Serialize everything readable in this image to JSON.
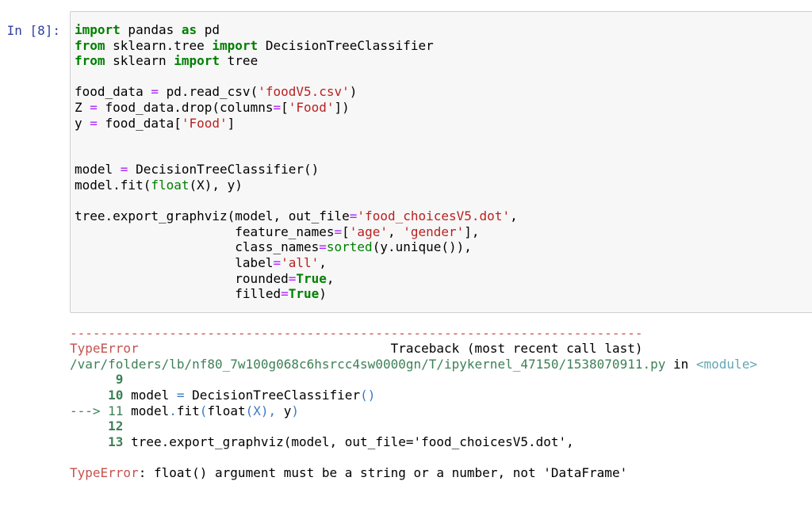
{
  "colors": {
    "prompt_blue": "#303f9f",
    "keyword_green": "#008000",
    "string_red": "#ba2121",
    "operator_purple": "#aa22ff",
    "error_red": "#c5524e",
    "traceback_green": "#3e8157",
    "traceback_cyan": "#62a8b2",
    "traceback_blue": "#3b78c5",
    "cell_background": "#f7f7f7",
    "cell_border": "#cfcfcf"
  },
  "cell": {
    "input_prompt": "In [8]:",
    "input_lines": [
      [
        [
          "k",
          "import"
        ],
        [
          "",
          " pandas "
        ],
        [
          "k",
          "as"
        ],
        [
          "",
          " pd"
        ]
      ],
      [
        [
          "k",
          "from"
        ],
        [
          "",
          " sklearn.tree "
        ],
        [
          "k",
          "import"
        ],
        [
          "",
          " DecisionTreeClassifier"
        ]
      ],
      [
        [
          "k",
          "from"
        ],
        [
          "",
          " sklearn "
        ],
        [
          "k",
          "import"
        ],
        [
          "",
          " tree"
        ]
      ],
      [],
      [
        [
          "",
          "food_data "
        ],
        [
          "o",
          "="
        ],
        [
          "",
          " pd.read_csv("
        ],
        [
          "s",
          "'foodV5.csv'"
        ],
        [
          "",
          ")"
        ]
      ],
      [
        [
          "",
          "Z "
        ],
        [
          "o",
          "="
        ],
        [
          "",
          " food_data.drop(columns"
        ],
        [
          "o",
          "="
        ],
        [
          "",
          "["
        ],
        [
          "s",
          "'Food'"
        ],
        [
          "",
          "])"
        ]
      ],
      [
        [
          "",
          "y "
        ],
        [
          "o",
          "="
        ],
        [
          "",
          " food_data["
        ],
        [
          "s",
          "'Food'"
        ],
        [
          "",
          "]"
        ]
      ],
      [],
      [],
      [
        [
          "",
          "model "
        ],
        [
          "o",
          "="
        ],
        [
          "",
          " DecisionTreeClassifier()"
        ]
      ],
      [
        [
          "",
          "model.fit("
        ],
        [
          "b",
          "float"
        ],
        [
          "",
          "(X), y)"
        ]
      ],
      [],
      [
        [
          "",
          "tree.export_graphviz(model, out_file"
        ],
        [
          "o",
          "="
        ],
        [
          "s",
          "'food_choicesV5.dot'"
        ],
        [
          "",
          ","
        ]
      ],
      [
        [
          "",
          "                     feature_names"
        ],
        [
          "o",
          "="
        ],
        [
          "",
          "["
        ],
        [
          "s",
          "'age'"
        ],
        [
          "",
          ", "
        ],
        [
          "s",
          "'gender'"
        ],
        [
          "",
          "],"
        ]
      ],
      [
        [
          "",
          "                     class_names"
        ],
        [
          "o",
          "="
        ],
        [
          "b",
          "sorted"
        ],
        [
          "",
          "(y.unique()),"
        ]
      ],
      [
        [
          "",
          "                     label"
        ],
        [
          "o",
          "="
        ],
        [
          "s",
          "'all'"
        ],
        [
          "",
          ","
        ]
      ],
      [
        [
          "",
          "                     rounded"
        ],
        [
          "o",
          "="
        ],
        [
          "k",
          "True"
        ],
        [
          "",
          ","
        ]
      ],
      [
        [
          "",
          "                     filled"
        ],
        [
          "o",
          "="
        ],
        [
          "k",
          "True"
        ],
        [
          "",
          ")"
        ]
      ]
    ],
    "output_lines": [
      [
        [
          "r",
          "---------------------------------------------------------------------------"
        ]
      ],
      [
        [
          "r",
          "TypeError"
        ],
        [
          "",
          "                                 "
        ],
        [
          "",
          "Traceback (most recent call last)"
        ]
      ],
      [
        [
          "g",
          "/var/folders/lb/nf80_7w100g068c6hsrcc4sw0000gn/T/ipykernel_47150/1538070911.py"
        ],
        [
          "n",
          " in "
        ],
        [
          "c",
          "<module>"
        ]
      ],
      [
        [
          "gb",
          "      9"
        ]
      ],
      [
        [
          "gb",
          "     10"
        ],
        [
          "n",
          " model "
        ],
        [
          "bl",
          "="
        ],
        [
          "n",
          " DecisionTreeClassifier"
        ],
        [
          "bl",
          "()"
        ]
      ],
      [
        [
          "g",
          "---> 11"
        ],
        [
          "n",
          " model"
        ],
        [
          "bl",
          "."
        ],
        [
          "n",
          "fit"
        ],
        [
          "bl",
          "("
        ],
        [
          "n",
          "float"
        ],
        [
          "bl",
          "(X)"
        ],
        [
          "bl",
          ","
        ],
        [
          "n",
          " y"
        ],
        [
          "bl",
          ")"
        ]
      ],
      [
        [
          "gb",
          "     12"
        ]
      ],
      [
        [
          "gb",
          "     13"
        ],
        [
          "n",
          " tree.export_graphviz(model, out_file='food_choicesV5.dot',"
        ]
      ],
      [],
      [
        [
          "r",
          "TypeError"
        ],
        [
          "n",
          ": float() argument must be a string or a number, not 'DataFrame'"
        ]
      ]
    ]
  }
}
